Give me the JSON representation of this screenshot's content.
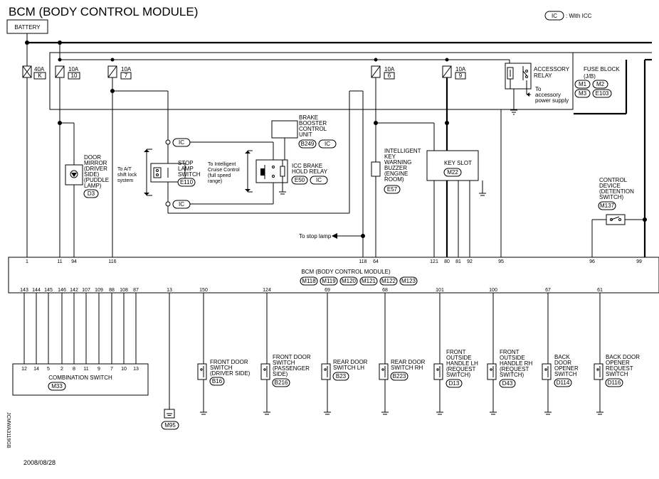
{
  "title": "BCM (BODY CONTROL MODULE)",
  "legend": {
    "ic_tag": "IC",
    "ic_text": ": With ICC"
  },
  "battery": "BATTERY",
  "fuse_block": {
    "label_lines": [
      "FUSE BLOCK",
      "(J/B)"
    ],
    "connectors": [
      "M1",
      "M2",
      "M3",
      "E103"
    ]
  },
  "fuses": [
    {
      "rating": "40A",
      "id": "K"
    },
    {
      "rating": "10A",
      "id": "10"
    },
    {
      "rating": "10A",
      "id": "7"
    },
    {
      "rating": "10A",
      "id": "6"
    },
    {
      "rating": "10A",
      "id": "9"
    }
  ],
  "accessory_relay": {
    "label_lines": [
      "ACCESSORY",
      "RELAY"
    ],
    "to_lines": [
      "To",
      "accessory",
      "power supply"
    ]
  },
  "door_mirror": {
    "label_lines": [
      "DOOR",
      "MIRROR",
      "(DRIVER",
      "SIDE)",
      "(PUDDLE",
      "LAMP)"
    ],
    "connector": "D3"
  },
  "stop_lamp": {
    "to_lines": [
      "To A/T",
      "shift lock",
      "system"
    ],
    "label_lines": [
      "STOP",
      "LAMP",
      "SWITCH"
    ],
    "connector": "E110",
    "ic_tags": [
      "IC",
      "IC"
    ]
  },
  "cruise": {
    "to_lines": [
      "To Intelligent",
      "Cruise Control",
      "(full speed",
      "range)"
    ]
  },
  "icc_relay": {
    "label_lines": [
      "ICC BRAKE",
      "HOLD RELAY"
    ],
    "connector": "E50",
    "ic_tag": "IC"
  },
  "brake_booster": {
    "label_lines": [
      "BRAKE",
      "BOOSTER",
      "CONTROL",
      "UNIT"
    ],
    "connector": "B249",
    "ic_tag": "IC"
  },
  "buzzer": {
    "label_lines": [
      "INTELLIGENT",
      "KEY",
      "WARNING",
      "BUZZER",
      "(ENGINE",
      "ROOM)"
    ],
    "connector": "E57"
  },
  "key_slot": {
    "label": "KEY SLOT",
    "connector": "M22"
  },
  "control_device": {
    "label_lines": [
      "CONTROL",
      "DEVICE",
      "(DETENTION",
      "SWITCH)"
    ],
    "connector": "M137"
  },
  "stop_lamp_out": "To stop lamp",
  "bcm": {
    "label": "BCM (BODY CONTROL MODULE)",
    "connectors": [
      "M118",
      "M119",
      "M120",
      "M121",
      "M122",
      "M123"
    ]
  },
  "bcm_top_pins": [
    "1",
    "11",
    "94",
    "116",
    "118",
    "64",
    "121",
    "80",
    "81",
    "92",
    "95",
    "96",
    "99"
  ],
  "bcm_bottom_pins": [
    "143",
    "144",
    "145",
    "146",
    "142",
    "107",
    "109",
    "88",
    "108",
    "87",
    "13",
    "150",
    "124",
    "69",
    "68",
    "101",
    "100",
    "67",
    "61"
  ],
  "combination_switch": {
    "pins": [
      "12",
      "14",
      "5",
      "2",
      "8",
      "11",
      "9",
      "7",
      "10",
      "13"
    ],
    "label": "COMBINATION SWITCH",
    "connector": "M33"
  },
  "ground_connector": "M95",
  "switches": [
    {
      "label_lines": [
        "FRONT DOOR",
        "SWITCH",
        "(DRIVER SIDE)"
      ],
      "connector": "B16"
    },
    {
      "label_lines": [
        "FRONT DOOR",
        "SWITCH",
        "(PASSENGER",
        "SIDE)"
      ],
      "connector": "B216"
    },
    {
      "label_lines": [
        "REAR DOOR",
        "SWITCH LH"
      ],
      "connector": "B23"
    },
    {
      "label_lines": [
        "REAR DOOR",
        "SWITCH RH"
      ],
      "connector": "B223"
    },
    {
      "label_lines": [
        "FRONT",
        "OUTSIDE",
        "HANDLE LH",
        "(REQUEST",
        "SWITCH)"
      ],
      "connector": "D13"
    },
    {
      "label_lines": [
        "FRONT",
        "OUTSIDE",
        "HANDLE RH",
        "(REQUEST",
        "SWITCH)"
      ],
      "connector": "D43"
    },
    {
      "label_lines": [
        "BACK",
        "DOOR",
        "OPENER",
        "SWITCH"
      ],
      "connector": "D114"
    },
    {
      "label_lines": [
        "BACK DOOR",
        "OPENER",
        "REQUEST",
        "SWITCH"
      ],
      "connector": "D116"
    }
  ],
  "footer_code": "JCMWA3119GB",
  "date": "2008/08/28"
}
